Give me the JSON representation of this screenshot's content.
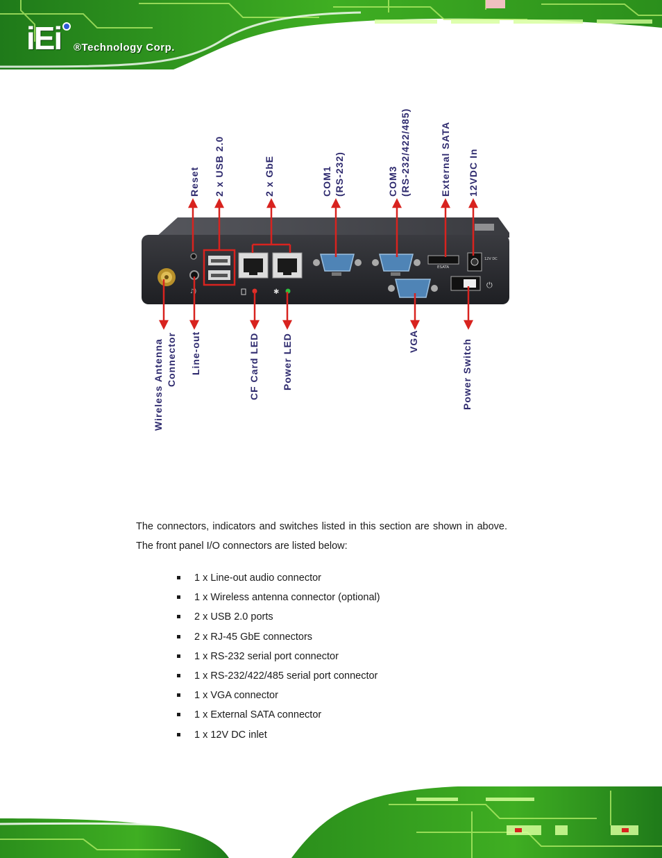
{
  "header": {
    "logo_mark": "iEi",
    "logo_text": "®Technology Corp."
  },
  "figure": {
    "top_labels": {
      "reset": "Reset",
      "usb": "2 x USB 2.0",
      "gbe": "2 x GbE",
      "com1_line1": "COM1",
      "com1_line2": "(RS-232)",
      "com3_line1": "COM3",
      "com3_line2": "(RS-232/422/485)",
      "esata": "External SATA",
      "dc_in": "12VDC In"
    },
    "bottom_labels": {
      "antenna_line1": "Wireless Antenna",
      "antenna_line2": "Connector",
      "line_out": "Line-out",
      "cf_led": "CF Card LED",
      "power_led": "Power LED",
      "vga": "VGA",
      "power_switch": "Power  Switch"
    },
    "panel_print": {
      "esata": "ESATA",
      "dc": "12V DC"
    },
    "colors": {
      "arrow": "#d8231f",
      "label": "#2e2a6e",
      "panel": "#2a2b2f"
    }
  },
  "content": {
    "paragraph": "The connectors, indicators and switches listed in this section are shown in above. The front panel I/O connectors are listed below:",
    "bullets": [
      "1 x Line-out audio connector",
      "1 x Wireless antenna connector (optional)",
      "2 x USB 2.0 ports",
      "2 x RJ-45 GbE connectors",
      "1 x RS-232 serial port connector",
      "1 x RS-232/422/485 serial port connector",
      "1 x VGA connector",
      "1 x External SATA connector",
      "1 x 12V DC inlet"
    ]
  }
}
